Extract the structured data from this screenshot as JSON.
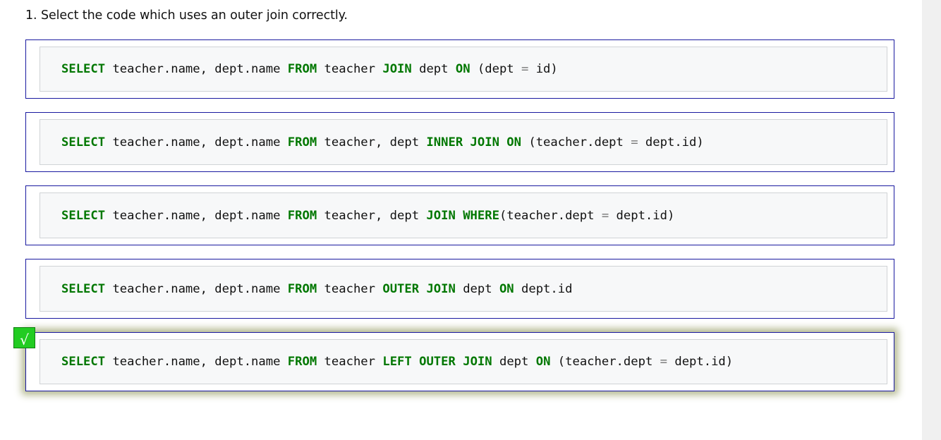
{
  "question": {
    "text": "1. Select the code which uses an outer join correctly."
  },
  "options": [
    {
      "tokens": [
        {
          "t": "SELECT",
          "kw": true
        },
        {
          "t": " teacher.name, dept.name "
        },
        {
          "t": "FROM",
          "kw": true
        },
        {
          "t": " teacher "
        },
        {
          "t": "JOIN",
          "kw": true
        },
        {
          "t": " dept "
        },
        {
          "t": "ON",
          "kw": true
        },
        {
          "t": " (dept "
        },
        {
          "t": "=",
          "op": true
        },
        {
          "t": " id)"
        }
      ]
    },
    {
      "tokens": [
        {
          "t": "SELECT",
          "kw": true
        },
        {
          "t": " teacher.name, dept.name "
        },
        {
          "t": "FROM",
          "kw": true
        },
        {
          "t": " teacher, dept "
        },
        {
          "t": "INNER",
          "kw": true
        },
        {
          "t": " "
        },
        {
          "t": "JOIN",
          "kw": true
        },
        {
          "t": " "
        },
        {
          "t": "ON",
          "kw": true
        },
        {
          "t": " (teacher.dept "
        },
        {
          "t": "=",
          "op": true
        },
        {
          "t": " dept.id)"
        }
      ]
    },
    {
      "tokens": [
        {
          "t": "SELECT",
          "kw": true
        },
        {
          "t": " teacher.name, dept.name "
        },
        {
          "t": "FROM",
          "kw": true
        },
        {
          "t": " teacher, dept "
        },
        {
          "t": "JOIN",
          "kw": true
        },
        {
          "t": " "
        },
        {
          "t": "WHERE",
          "kw": true
        },
        {
          "t": "(teacher.dept "
        },
        {
          "t": "=",
          "op": true
        },
        {
          "t": " dept.id)"
        }
      ]
    },
    {
      "tokens": [
        {
          "t": "SELECT",
          "kw": true
        },
        {
          "t": " teacher.name, dept.name "
        },
        {
          "t": "FROM",
          "kw": true
        },
        {
          "t": " teacher "
        },
        {
          "t": "OUTER",
          "kw": true
        },
        {
          "t": " "
        },
        {
          "t": "JOIN",
          "kw": true
        },
        {
          "t": " dept "
        },
        {
          "t": "ON",
          "kw": true
        },
        {
          "t": " dept.id"
        }
      ]
    },
    {
      "correct": true,
      "tokens": [
        {
          "t": "SELECT",
          "kw": true
        },
        {
          "t": " teacher.name, dept.name "
        },
        {
          "t": "FROM",
          "kw": true
        },
        {
          "t": " teacher "
        },
        {
          "t": "LEFT",
          "kw": true
        },
        {
          "t": " "
        },
        {
          "t": "OUTER",
          "kw": true
        },
        {
          "t": " "
        },
        {
          "t": "JOIN",
          "kw": true
        },
        {
          "t": " dept "
        },
        {
          "t": "ON",
          "kw": true
        },
        {
          "t": " (teacher.dept "
        },
        {
          "t": "=",
          "op": true
        },
        {
          "t": " dept.id)"
        }
      ]
    }
  ],
  "check": {
    "symbol": "√",
    "icon": "checkmark-icon",
    "color": "#22cc22"
  },
  "colors": {
    "keyword": "#007700",
    "border": "#1a1aa0",
    "code_bg": "#f7f8f9"
  }
}
